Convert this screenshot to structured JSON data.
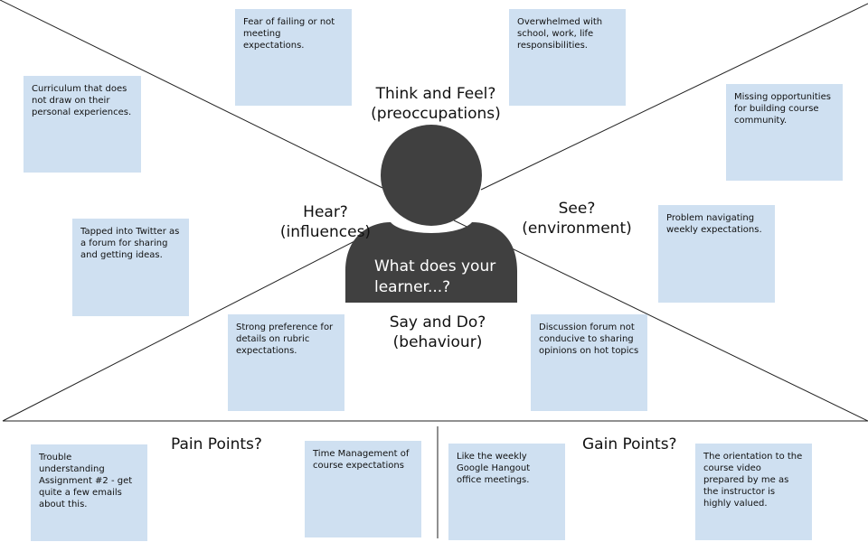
{
  "center": {
    "line1": "What does your",
    "line2": "learner...?"
  },
  "quadrants": {
    "think_feel": {
      "line1": "Think and Feel?",
      "line2": "(preoccupations)"
    },
    "hear": {
      "line1": "Hear?",
      "line2": "(influences)"
    },
    "see": {
      "line1": "See?",
      "line2": "(environment)"
    },
    "say_do": {
      "line1": "Say and Do?",
      "line2": "(behaviour)"
    }
  },
  "bottom": {
    "pain_label": "Pain Points?",
    "gain_label": "Gain Points?"
  },
  "notes": {
    "fear": "Fear of failing or not meeting expectations.",
    "overwhelmed": "Overwhelmed with school, work, life responsibilities.",
    "curriculum": "Curriculum that does not draw on their personal experiences.",
    "missing": "Missing opportunities for building course community.",
    "twitter": "Tapped into Twitter as a forum for sharing and getting ideas.",
    "navigating": "Problem navigating weekly expectations.",
    "rubric": "Strong preference for details on rubric expectations.",
    "forum": "Discussion forum not conducive to sharing opinions on hot topics",
    "trouble": "Trouble understanding Assignment #2 - get quite a few emails about this.",
    "time": "Time Management of course expectations",
    "hangout": "Like the weekly Google Hangout office meetings.",
    "orientation": "The orientation to the course video prepared by me as the instructor is highly valued."
  },
  "colors": {
    "sticky_note": "#cfe0f1",
    "person": "#404040",
    "lines": "#222222"
  },
  "icons": {
    "person": "person-silhouette-icon"
  }
}
